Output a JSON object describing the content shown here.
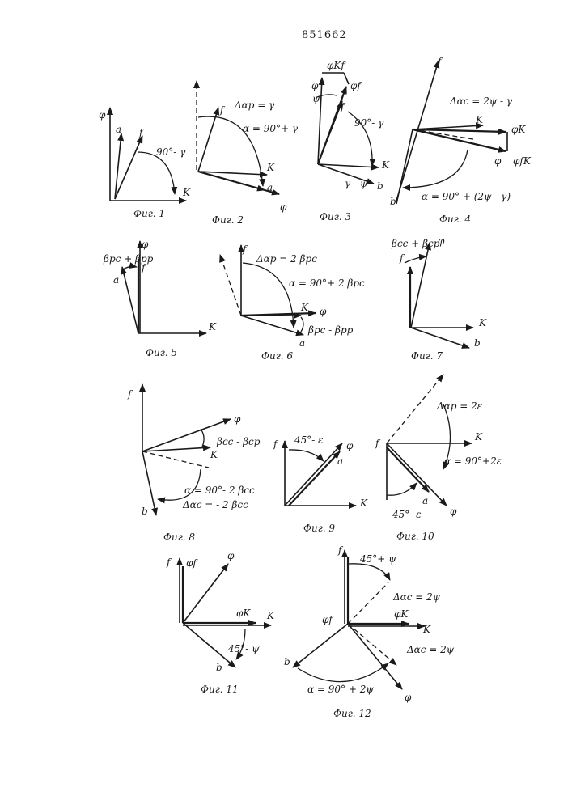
{
  "patent_number": "851662",
  "figures": [
    {
      "caption": "Фиг. 1",
      "labels": {
        "phi": "φ",
        "a": "a",
        "f": "f",
        "k": "K",
        "angle": "90°- γ"
      }
    },
    {
      "caption": "Фиг. 2",
      "labels": {
        "f": "f",
        "k": "K",
        "a": "a",
        "phi": "φ",
        "delta": "Δαp = γ",
        "alpha": "α = 90°+ γ"
      }
    },
    {
      "caption": "Фиг. 3",
      "labels": {
        "phi_kf": "φKf",
        "phi": "φ",
        "phi_f": "φf",
        "psi": "ψ",
        "f": "f",
        "angle": "90°- γ",
        "k": "K",
        "b": "b",
        "gp": "γ - ψ"
      }
    },
    {
      "caption": "Фиг. 4",
      "labels": {
        "f": "f",
        "delta": "Δαc = 2ψ - γ",
        "k": "K",
        "phi_k": "φK",
        "phi": "φ",
        "phi_fk": "φfK",
        "b": "b",
        "alpha": "α = 90° + (2ψ - γ)"
      }
    },
    {
      "caption": "Фиг. 5",
      "labels": {
        "phi": "φ",
        "beta": "βpc + βpp",
        "a": "a",
        "f": "f",
        "k": "K"
      }
    },
    {
      "caption": "Фиг. 6",
      "labels": {
        "f": "f",
        "delta": "Δαp = 2 βpc",
        "alpha": "α = 90°+ 2 βpc",
        "k": "K",
        "phi": "φ",
        "beta": "βpc - βpp",
        "a": "a"
      }
    },
    {
      "caption": "Фиг. 7",
      "labels": {
        "beta": "βcc + βcp",
        "phi": "φ",
        "f": "f",
        "k": "K",
        "b": "b"
      }
    },
    {
      "caption": "Фиг. 8",
      "labels": {
        "f": "f",
        "phi": "φ",
        "beta": "βcc - βcp",
        "k": "K",
        "alpha": "α = 90°- 2 βcc",
        "b": "b",
        "delta": "Δαc = - 2 βcc"
      }
    },
    {
      "caption": "Фиг. 9",
      "labels": {
        "f": "f",
        "angle": "45°- ε",
        "phi": "φ",
        "a": "a",
        "k": "K"
      }
    },
    {
      "caption": "Фиг. 10",
      "labels": {
        "delta": "Δαp = 2ε",
        "f": "f",
        "k": "K",
        "alpha": "α = 90°+2ε",
        "a": "a",
        "angle": "45°- ε",
        "phi": "φ"
      }
    },
    {
      "caption": "Фиг. 11",
      "labels": {
        "f": "f",
        "phi_f": "φf",
        "phi": "φ",
        "phi_k": "φK",
        "k": "K",
        "angle": "45°- ψ",
        "b": "b"
      }
    },
    {
      "caption": "Фиг. 12",
      "labels": {
        "f": "f",
        "angle": "45°+ ψ",
        "delta1": "Δαc = 2ψ",
        "phi_f": "φf",
        "phi_k": "φK",
        "k": "K",
        "delta2": "Δαc = 2ψ",
        "b": "b",
        "phi": "φ",
        "alpha": "α = 90° + 2ψ"
      }
    }
  ]
}
